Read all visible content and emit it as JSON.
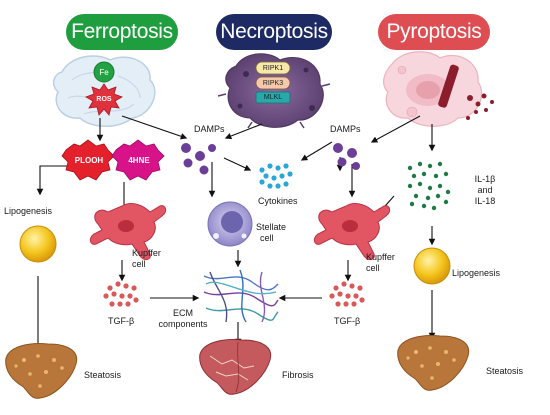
{
  "headers": {
    "ferroptosis": "Ferroptosis",
    "necroptosis": "Necroptosis",
    "pyroptosis": "Pyroptosis"
  },
  "ferroptosis_cell": {
    "fe": "Fe",
    "ros": "ROS"
  },
  "necroptosis_cell": {
    "ripk1": "RIPK1",
    "ripk3": "RIPK3",
    "mlkl": "MLKL"
  },
  "lipid_products": {
    "plooh": "PLOOH",
    "hne": "4HNE"
  },
  "labels": {
    "damps_left": "DAMPs",
    "damps_right": "DAMPs",
    "cytokines": "Cytokines",
    "il_line1": "IL-1β",
    "il_line2": "and",
    "il_line3": "IL-18",
    "lipogenesis_left": "Lipogenesis",
    "lipogenesis_right": "Lipogenesis",
    "kupffer_left_1": "Kupffer",
    "kupffer_left_2": "cell",
    "kupffer_right_1": "Kupffer",
    "kupffer_right_2": "cell",
    "stellate_1": "Stellate",
    "stellate_2": "cell",
    "tgf_left": "TGF-β",
    "tgf_right": "TGF-β",
    "ecm_1": "ECM",
    "ecm_2": "components",
    "steatosis_left": "Steatosis",
    "steatosis_right": "Steatosis",
    "fibrosis": "Fibrosis"
  },
  "colors": {
    "ferroptosis": "#1f9e3f",
    "necroptosis": "#1d2a63",
    "pyroptosis": "#de4d52",
    "damp_purple": "#6b3f98",
    "cytokine_blue": "#2ba7d6",
    "il_green": "#1e7a45",
    "kupffer_red": "#e25563",
    "tgf_red": "#d9595a",
    "liver_brown": "#b8763a",
    "fibrotic_liver": "#c45a5e",
    "lipid_yellow": "#f1c21b",
    "stellate_lavender": "#a9a2d9"
  }
}
